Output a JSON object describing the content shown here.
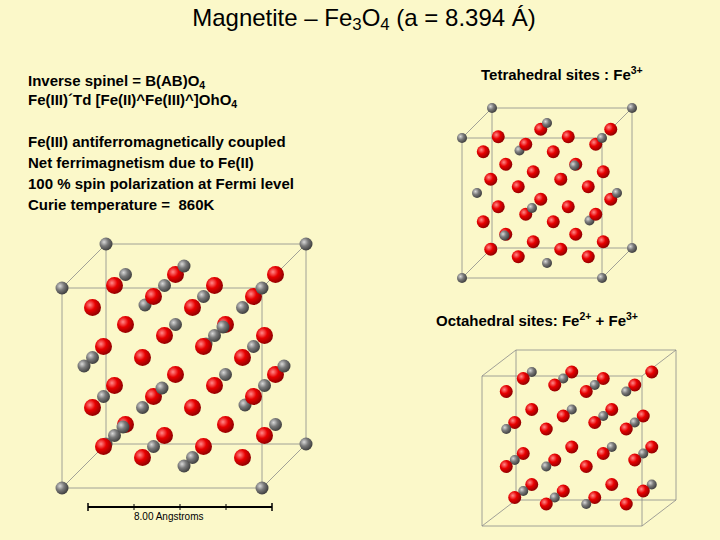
{
  "diagram": {
    "title": "Magnetite – Fe3O4 (a = 8.394 Á)",
    "labels": [
      "Inverse spinel = B(AB)O4",
      "Fe(III)´Td [Fe(II)^Fe(III)^]OhO4",
      "Fe(III) antiferromagnetically coupled",
      "Net ferrimagnetism due to Fe(II)",
      "100 % spin polarization at Fermi level",
      "Curie temperature =  860K",
      "Tetrahedral sites : Fe3+",
      "Octahedral sites: Fe2+ + Fe3+",
      "8.00 Angstroms"
    ]
  }
}
